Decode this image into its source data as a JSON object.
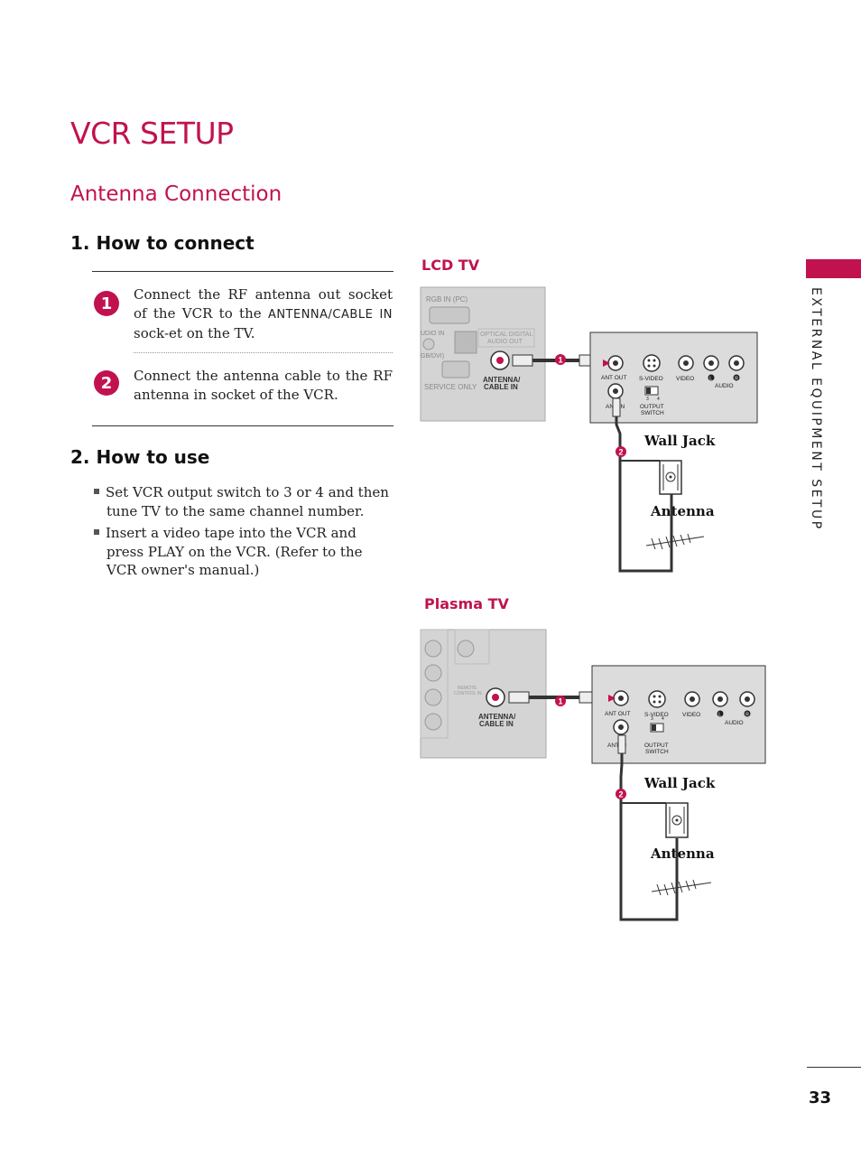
{
  "page": {
    "title": "VCR SETUP",
    "subtitle": "Antenna Connection",
    "side_tab": "EXTERNAL EQUIPMENT SETUP",
    "page_number": "33"
  },
  "connect": {
    "heading": "1. How to connect",
    "steps": [
      {
        "num": "1",
        "text_before": "Connect the RF antenna out socket of the VCR to the ",
        "emphasis": "ANTENNA/CABLE IN",
        "text_after": " sock-et on the TV."
      },
      {
        "num": "2",
        "text": "Connect the antenna cable to the RF antenna in socket of the VCR."
      }
    ]
  },
  "use": {
    "heading": "2. How to use",
    "bullets": [
      "Set VCR output switch to 3 or 4 and then tune TV to the same channel number.",
      "Insert a video tape into the VCR and press PLAY on the VCR. (Refer to the VCR owner's manual.)"
    ]
  },
  "diagrams": {
    "lcd": {
      "label": "LCD TV",
      "tv_labels": {
        "rgb_in": "RGB IN (PC)",
        "audio_in": "UDIO IN",
        "rgb_dvi": "GB/DVI)",
        "optical": "OPTICAL DIGITAL",
        "audio_out": "AUDIO OUT",
        "service": "SERVICE ONLY",
        "antenna": "ANTENNA/",
        "cable_in": "CABLE IN"
      },
      "wall_jack": "Wall Jack",
      "antenna": "Antenna"
    },
    "plasma": {
      "label": "Plasma TV",
      "tv_labels": {
        "remote": "REMOTE",
        "control_in": "CONTROL IN",
        "antenna": "ANTENNA/",
        "cable_in": "CABLE IN"
      },
      "wall_jack": "Wall Jack",
      "antenna": "Antenna"
    },
    "vcr_labels": {
      "ant_out": "ANT OUT",
      "s_video": "S-VIDEO",
      "video": "VIDEO",
      "l": "L",
      "r": "R",
      "audio": "AUDIO",
      "ant_in": "ANT IN",
      "output": "OUTPUT",
      "switch": "SWITCH",
      "sw3": "3",
      "sw4": "4"
    },
    "badges": {
      "one": "1",
      "two": "2"
    }
  },
  "colors": {
    "accent": "#c1124f",
    "panel": "#d4d4d4",
    "vcr_panel": "#dcdcdc"
  }
}
